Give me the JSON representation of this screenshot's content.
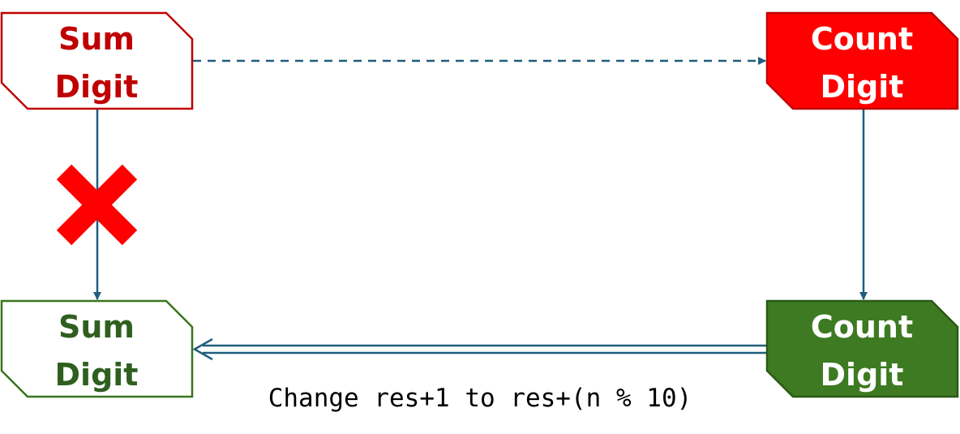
{
  "nodes": {
    "sum_red": {
      "line1": "Sum",
      "line2": "Digit",
      "fill": "#ffffff",
      "stroke": "#c00000",
      "text_color": "#c00000"
    },
    "count_red": {
      "line1": "Count",
      "line2": "Digit",
      "fill": "#ff0000",
      "stroke": "#c00000",
      "text_color": "#ffffff"
    },
    "sum_green": {
      "line1": "Sum",
      "line2": "Digit",
      "fill": "#ffffff",
      "stroke": "#38761d",
      "text_color": "#2f5f1f"
    },
    "count_green": {
      "line1": "Count",
      "line2": "Digit",
      "fill": "#3d7a22",
      "stroke": "#2a5a17",
      "text_color": "#ffffff"
    }
  },
  "edges": {
    "color": "#1f5d7d",
    "cross_color": "#ff0000"
  },
  "caption": {
    "text": "Change res+1 to res+(n % 10)"
  }
}
